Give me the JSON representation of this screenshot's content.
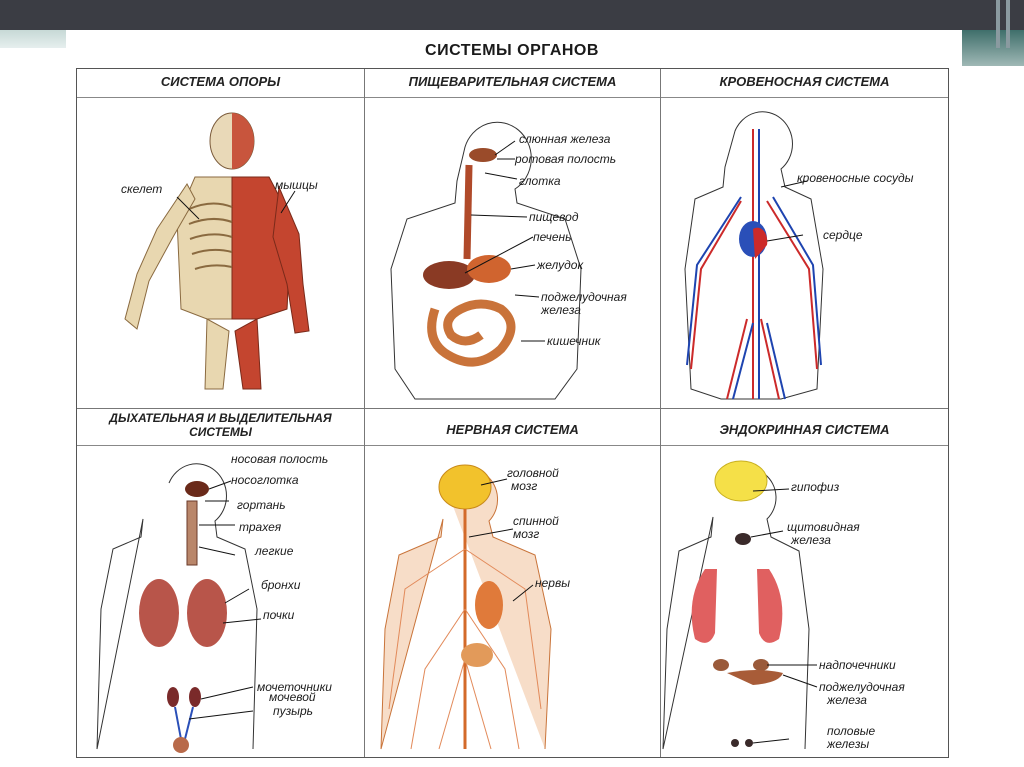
{
  "title": "СИСТЕМЫ ОРГАНОВ",
  "panels": [
    {
      "title": "СИСТЕМА ОПОРЫ",
      "labels": [
        "скелет",
        "мышцы"
      ]
    },
    {
      "title": "ПИЩЕВАРИТЕЛЬНАЯ СИСТЕМА",
      "labels": [
        "слюнная железа",
        "ротовая полость",
        "глотка",
        "пищевод",
        "печень",
        "желудок",
        "поджелудочная",
        "железа",
        "кишечник"
      ]
    },
    {
      "title": "КРОВЕНОСНАЯ СИСТЕМА",
      "labels": [
        "кровеносные сосуды",
        "сердце"
      ]
    },
    {
      "title_line1": "ДЫХАТЕЛЬНАЯ И ВЫДЕЛИТЕЛЬНАЯ",
      "title_line2": "СИСТЕМЫ",
      "labels": [
        "носовая полость",
        "носоглотка",
        "гортань",
        "трахея",
        "легкие",
        "бронхи",
        "почки",
        "мочеточники",
        "мочевой",
        "пузырь"
      ]
    },
    {
      "title": "НЕРВНАЯ СИСТЕМА",
      "labels": [
        "головной",
        "мозг",
        "спинной",
        "мозг",
        "нервы"
      ]
    },
    {
      "title": "ЭНДОКРИННАЯ СИСТЕМА",
      "labels": [
        "гипофиз",
        "щитовидная",
        "железа",
        "надпочечники",
        "поджелудочная",
        "железа",
        "половые",
        "железы"
      ]
    }
  ]
}
